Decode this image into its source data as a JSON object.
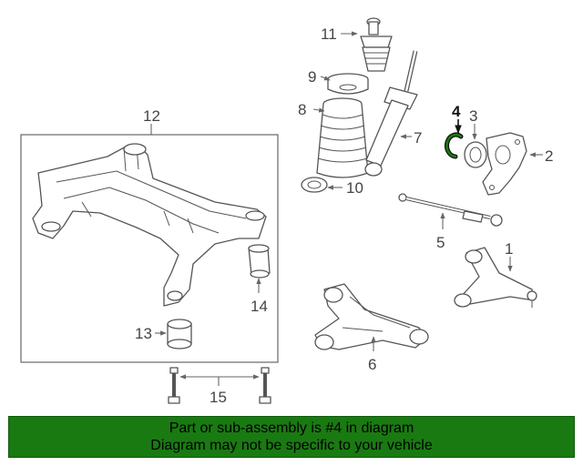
{
  "diagram": {
    "callouts": {
      "c1": "1",
      "c2": "2",
      "c3": "3",
      "c4": "4",
      "c5": "5",
      "c6": "6",
      "c7": "7",
      "c8": "8",
      "c9": "9",
      "c10": "10",
      "c11": "11",
      "c12": "12",
      "c13": "13",
      "c14": "14",
      "c15": "15"
    },
    "highlighted_part": "4",
    "highlight_color": "#1a7a12"
  },
  "banner": {
    "line1": "Part or sub-assembly is #4 in diagram",
    "line2": "Diagram may not be specific to your vehicle",
    "background": "#1a7a12"
  }
}
